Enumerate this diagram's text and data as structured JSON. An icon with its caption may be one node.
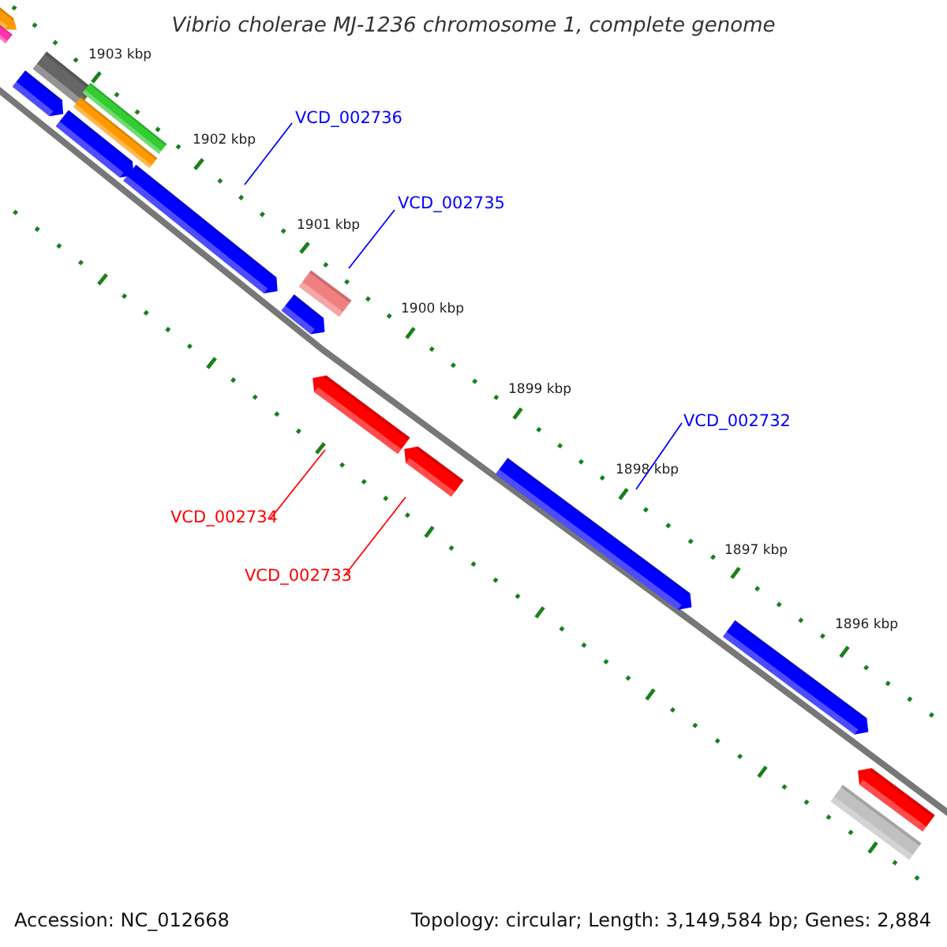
{
  "diagram": {
    "title": "Vibrio cholerae MJ-1236 chromosome 1, complete genome",
    "nodes": [
      {
        "text": [
          "VCD_002736"
        ]
      },
      {
        "text": [],
        "shape": "bar"
      },
      {
        "text": [
          "VCD_002735"
        ]
      },
      {
        "text": [],
        "shape": "bar"
      },
      {
        "text": [
          "VCD_002734"
        ]
      },
      {
        "text": [],
        "shape": "bar"
      },
      {
        "text": [
          "VCD_002733"
        ]
      },
      {
        "text": [],
        "shape": "bar"
      },
      {
        "text": [
          "VCD_002732"
        ]
      },
      {
        "text": [],
        "shape": "bar"
      },
      {
        "text": [],
        "shape": "bar"
      },
      {
        "text": [],
        "shape": "bar"
      },
      {
        "text": [],
        "shape": "bar"
      },
      {
        "text": [],
        "shape": "bar"
      },
      {
        "text": [],
        "shape": "bar"
      },
      {
        "text": [],
        "shape": "bar"
      },
      {
        "text": [],
        "shape": "bar"
      },
      {
        "text": [],
        "shape": "bar"
      },
      {
        "text": [],
        "shape": "bar"
      },
      {
        "text": [],
        "shape": "bar"
      },
      {
        "text": [],
        "shape": "bar"
      }
    ],
    "edges": [
      {
        "from": 0,
        "to": 1,
        "arrow": "none"
      },
      {
        "from": 2,
        "to": 3,
        "arrow": "none"
      },
      {
        "from": 4,
        "to": 5,
        "arrow": "none",
        "color": "#ff0000"
      },
      {
        "from": 6,
        "to": 7,
        "arrow": "none",
        "color": "#ff0000"
      },
      {
        "from": 8,
        "to": 9,
        "arrow": "none"
      }
    ],
    "labels": [
      "1903 kbp",
      "1902 kbp",
      "1901 kbp",
      "1900 kbp",
      "1899 kbp",
      "1898 kbp",
      "1897 kbp",
      "1896 kbp",
      "Accession: NC_012668",
      "Topology: circular; Length: 3,149,584 bp; Genes: 2,884"
    ]
  }
}
